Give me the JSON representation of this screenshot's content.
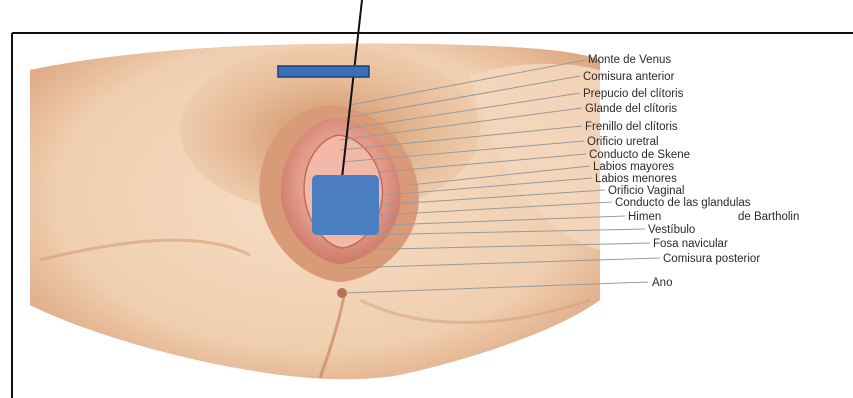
{
  "diagram": {
    "labels": [
      "Monte de Venus",
      "Comisura anterior",
      "Prepucio del clítoris",
      "Glande del clítoris",
      "Frenillo del clítoris",
      "Orificio uretral",
      "Conducto de Skene",
      "Labios mayores",
      "Labios menores",
      "Orificio Vaginal",
      "Conducto de las glandulas",
      "Himen",
      "de Bartholin",
      "Vestíbulo",
      "Fosa navicular",
      "Comisura posterior",
      "Ano"
    ],
    "colors": {
      "skin": "#f0cfb0",
      "skin_shadow": "#d99a72",
      "tissue": "#d98478",
      "marker_fill": "#4a7ec0",
      "marker_bar": "#3a6fb5",
      "leader_line": "#9a9a9a",
      "frame": "#111111"
    }
  }
}
